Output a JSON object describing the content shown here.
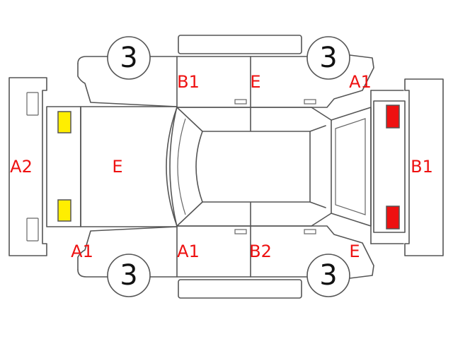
{
  "colors": {
    "code_text": "#ee1111",
    "outline": "#555555",
    "front_lamp": "#ffee00",
    "rear_lamp": "#ee1111"
  },
  "wheels": [
    "3",
    "3",
    "3",
    "3"
  ],
  "damage_codes": {
    "top_rear_door": "B1",
    "top_front_door": "E",
    "top_front_fender": "A1",
    "front_bumper": "A2",
    "hood": "E",
    "rear_bumper": "B1",
    "bottom_front_fender": "A1",
    "bottom_front_door": "A1",
    "bottom_rear_door": "B2",
    "bottom_rear_fender": "E"
  }
}
